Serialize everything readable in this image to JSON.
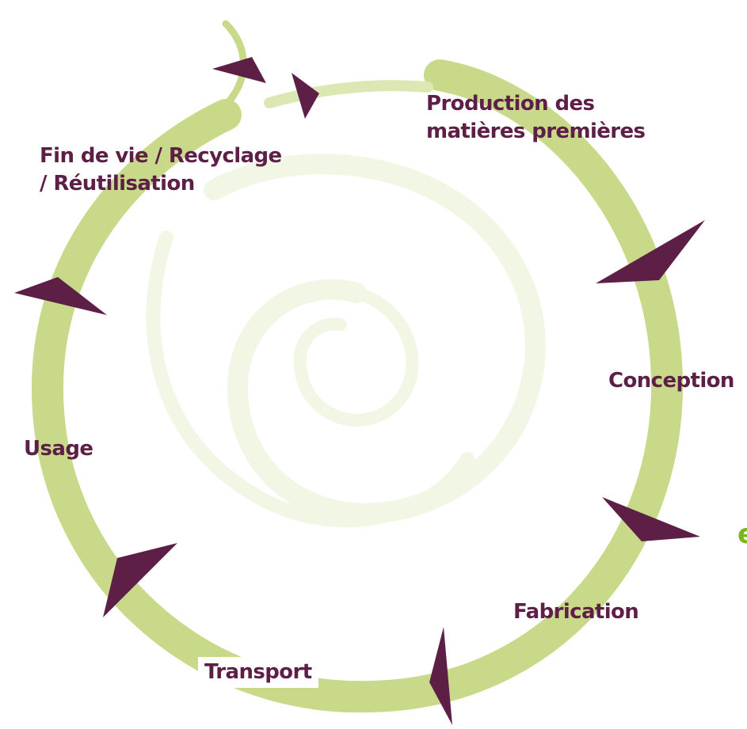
{
  "colors": {
    "ring": "#c8da8a",
    "ring_light": "#dce8b4",
    "swirl": "#f2f6e4",
    "arrow": "#5e1f47",
    "text": "#5e1f47",
    "edge_text": "#7ab51d"
  },
  "stages": [
    {
      "id": "fin",
      "lines": [
        "Fin de vie / Recyclage",
        "/ Réutilisation"
      ]
    },
    {
      "id": "production",
      "lines": [
        "Production des",
        "matières premières"
      ]
    },
    {
      "id": "conception",
      "lines": [
        "Conception"
      ]
    },
    {
      "id": "fabrication",
      "lines": [
        "Fabrication"
      ]
    },
    {
      "id": "transport",
      "lines": [
        "Transport"
      ]
    },
    {
      "id": "usage",
      "lines": [
        "Usage"
      ]
    }
  ],
  "edge_text": "e"
}
